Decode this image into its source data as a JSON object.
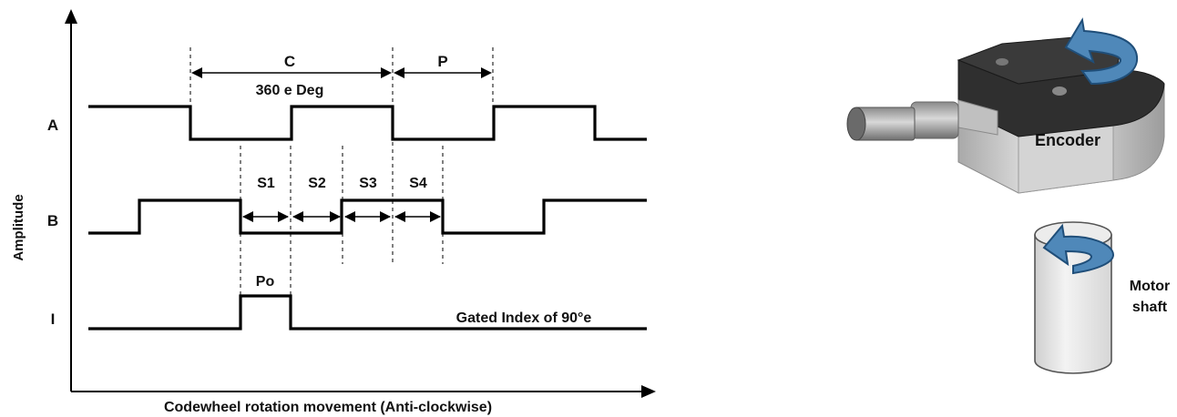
{
  "diagram": {
    "signal_labels": {
      "a": "A",
      "b": "B",
      "i": "I"
    },
    "y_axis_label": "Amplitude",
    "x_axis_label": "Codewheel rotation movement (Anti-clockwise)",
    "cycle_label": "C",
    "cycle_sub_label": "360 e Deg",
    "pulse_label": "P",
    "states": [
      "S1",
      "S2",
      "S3",
      "S4"
    ],
    "index_pulse_label": "Po",
    "index_note": "Gated Index of 90°e"
  },
  "illustration": {
    "encoder_label": "Encoder",
    "motor_label_line1": "Motor",
    "motor_label_line2": "shaft",
    "colors": {
      "arrow_fill": "#4f88b9",
      "arrow_stroke": "#1f4e79",
      "encoder_top": "#2f2f2f",
      "encoder_body": "#c9c9c9",
      "shaft_fill": "#e6e6e6"
    }
  }
}
